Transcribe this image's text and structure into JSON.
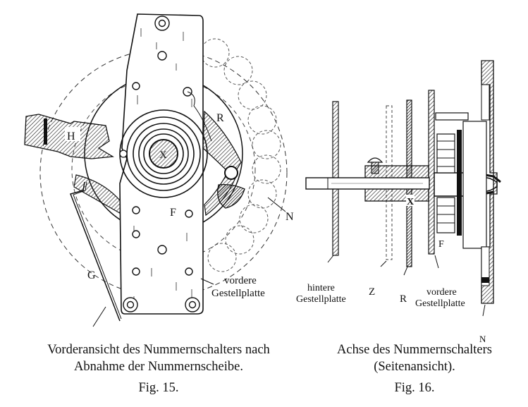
{
  "figures": [
    {
      "id": "fig15",
      "caption_line1": "Vorderansicht des Nummernschalters nach",
      "caption_line2": "Abnahme der Nummernscheibe.",
      "fig_label": "Fig. 15.",
      "labels": {
        "H": "H",
        "X": "X",
        "R": "R",
        "F": "F",
        "N": "N",
        "G": "G",
        "plate_line1": "vordere",
        "plate_line2": "Gestellplatte"
      }
    },
    {
      "id": "fig16",
      "caption_line1": "Achse des Nummernschalters",
      "caption_line2": "(Seitenansicht).",
      "fig_label": "Fig. 16.",
      "labels": {
        "rear_plate_line1": "hintere",
        "rear_plate_line2": "Gestellplatte",
        "Z": "Z",
        "R": "R",
        "front_plate_line1": "vordere",
        "front_plate_line2": "Gestellplatte",
        "X": "X",
        "F": "F",
        "N": "N"
      }
    }
  ]
}
